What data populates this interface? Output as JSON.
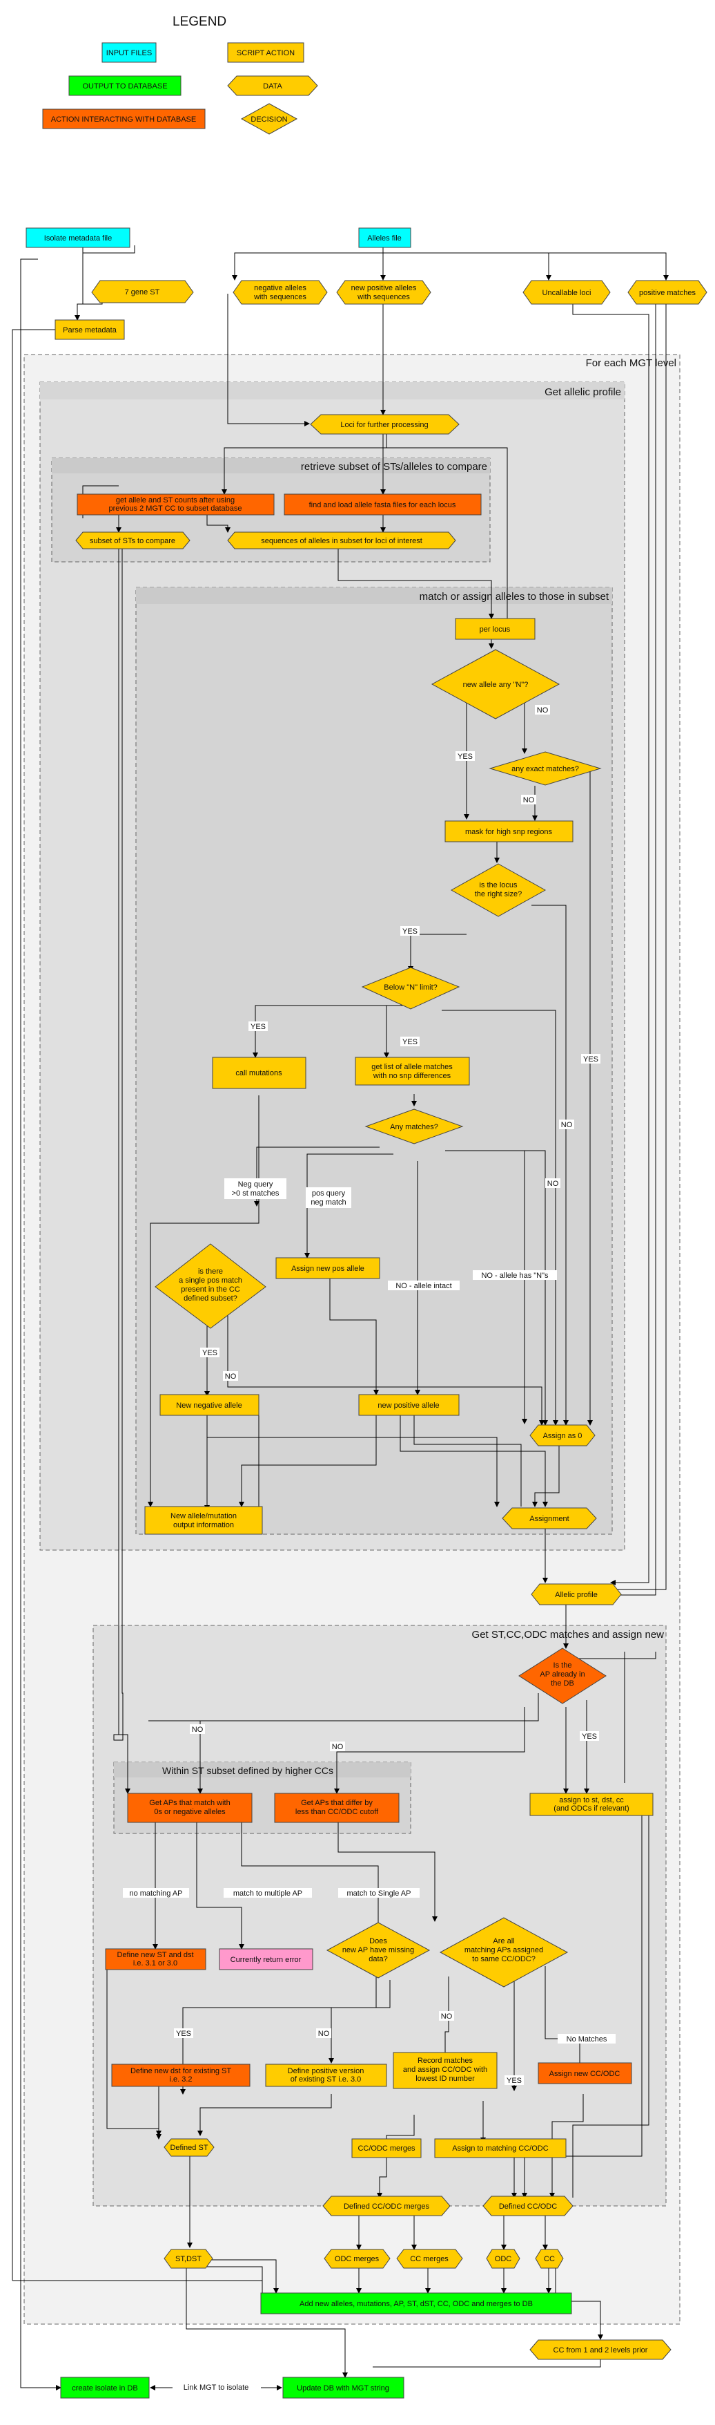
{
  "legend": {
    "title": "LEGEND",
    "input_files": "INPUT FILES",
    "script_action": "SCRIPT ACTION",
    "output_to_database": "OUTPUT TO DATABASE",
    "data": "DATA",
    "action_db": "ACTION INTERACTING WITH DATABASE",
    "decision": "DECISION"
  },
  "colors": {
    "input": "#00ffff",
    "script": "#ffcc00",
    "output": "#00ff00",
    "db_action": "#ff6600",
    "error": "#ff99cc",
    "panel_outer": "#f2f2f2",
    "panel_inner": "#e0e0e0",
    "panel_innermost": "#d4d4d4"
  },
  "nodes": {
    "isolate_metadata": "Isolate metadata file",
    "alleles_file": "Alleles file",
    "seven_gene_st": "7 gene ST",
    "negative_alleles": [
      "negative alleles",
      "with sequences"
    ],
    "new_positive_alleles": [
      "new positive alleles",
      "with sequences"
    ],
    "uncallable_loci": "Uncallable loci",
    "positive_matches": "positive matches",
    "parse_metadata": "Parse metadata",
    "loci_for_processing": "Loci for further processing",
    "get_allele_st_counts": [
      "get allele and ST counts after using",
      "previous 2 MGT CC to subset database"
    ],
    "find_load_fasta": "find and load allele fasta files for each locus",
    "subset_sts": "subset of STs to compare",
    "sequences_subset": "sequences of alleles in subset for loci of interest",
    "per_locus": "per locus",
    "new_allele_any_n": "new allele any \"N\"?",
    "any_exact_matches": "any exact matches?",
    "mask_high_snp": "mask for high snp regions",
    "locus_right_size": [
      "is the locus",
      "the right size?"
    ],
    "below_n_limit": "Below \"N\" limit?",
    "call_mutations": "call mutations",
    "get_list_matches": [
      "get list of allele matches",
      "with no snp differences"
    ],
    "any_matches": "Any matches?",
    "single_pos_match": [
      "is there",
      "a single pos match",
      "present in the CC",
      "defined subset?"
    ],
    "assign_new_pos": "Assign new pos allele",
    "new_negative_allele": "New negative allele",
    "new_positive_allele": "new positive allele",
    "assign_as_0": "Assign as 0",
    "new_allele_mutation_output": [
      "New allele/mutation",
      "output information"
    ],
    "assignment": "Assignment",
    "allelic_profile": "Allelic profile",
    "ap_in_db": [
      "Is the",
      "AP already in",
      "the DB"
    ],
    "assign_st_dst_cc": [
      "assign to st, dst, cc",
      "(and ODCs if relevant)"
    ],
    "get_aps_0": [
      "Get APs that match with",
      "0s or negative alleles"
    ],
    "get_aps_differ": [
      "Get APs that differ by",
      "less than CC/ODC cutoff"
    ],
    "define_new_st_dst": [
      "Define new ST and dst",
      "i.e. 3.1 or 3.0"
    ],
    "currently_error": "Currently return error",
    "new_ap_missing": [
      "Does",
      "new AP have missing",
      "data?"
    ],
    "all_matching_same_cc": [
      "Are all",
      "matching APs assigned",
      "to same CC/ODC?"
    ],
    "define_new_dst": [
      "Define new dst for existing ST",
      "i.e. 3.2"
    ],
    "define_positive_version": [
      "Define positive version",
      "of existing ST i.e. 3.0"
    ],
    "record_matches": [
      "Record matches",
      "and assign CC/ODC with",
      "lowest ID number"
    ],
    "assign_new_cc_odc": "Assign new CC/ODC",
    "defined_st": "Defined ST",
    "cc_odc_merges": "CC/ODC merges",
    "assign_matching_cc_odc": "Assign to matching CC/ODC",
    "defined_cc_odc_merges": "Defined CC/ODC merges",
    "defined_cc_odc": "Defined CC/ODC",
    "st_dst": "ST,DST",
    "odc_merges": "ODC merges",
    "cc_merges": "CC merges",
    "odc": "ODC",
    "cc": "CC",
    "add_new_alleles": "Add new alleles, mutations, AP, ST, dST, CC, ODC and merges to DB",
    "cc_from_levels": "CC from 1 and 2 levels prior",
    "create_isolate": "create isolate in DB",
    "update_db_mgt": "Update DB with MGT string"
  },
  "edge_labels": {
    "yes": "YES",
    "no": "NO",
    "neg_query": [
      "Neg query",
      ">0 st matches"
    ],
    "pos_query": [
      "pos query",
      "neg match"
    ],
    "no_allele_intact": "NO - allele intact",
    "no_allele_has_n": "NO - allele has \"N\"s",
    "no_matching_ap": "no matching AP",
    "match_multiple_ap": "match to multiple AP",
    "match_single_ap": "match to Single AP",
    "no_matches": "No Matches",
    "link_mgt": "Link MGT to isolate"
  },
  "panels": {
    "for_each_mgt": "For each MGT level",
    "get_allelic_profile": "Get allelic profile",
    "retrieve_subset": "retrieve subset of STs/alleles to compare",
    "match_assign": "match or assign alleles to those in subset",
    "get_st_cc_odc": "Get ST,CC,ODC matches and assign new",
    "within_st_subset": "Within ST subset defined by higher CCs"
  }
}
